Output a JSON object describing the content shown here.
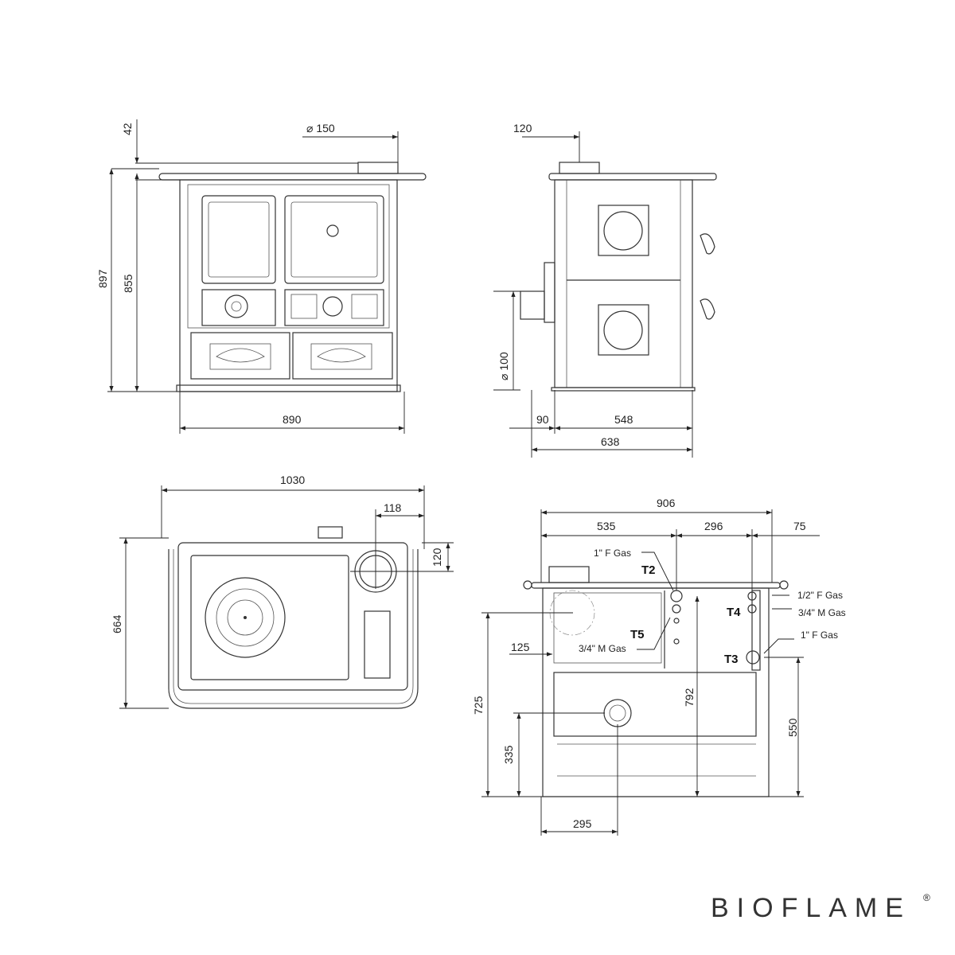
{
  "front_view": {
    "dims": {
      "top_height": "42",
      "flue_diameter": "⌀ 150",
      "total_height": "897",
      "body_height": "855",
      "width": "890"
    }
  },
  "side_view": {
    "dims": {
      "flue_offset": "120",
      "side_flue_diameter": "⌀ 100",
      "flue_depth": "90",
      "body_depth": "548",
      "total_depth": "638"
    }
  },
  "top_view": {
    "dims": {
      "total_width": "1030",
      "flue_x": "118",
      "flue_y": "120",
      "depth": "664"
    }
  },
  "back_view": {
    "dims": {
      "width": "906",
      "left": "535",
      "mid": "296",
      "right": "75",
      "flue_side": "125",
      "flue_height": "725",
      "lower_height": "335",
      "t2_height": "792",
      "t3_height": "550",
      "lower_offset": "295"
    },
    "connections": [
      {
        "tag": "T2",
        "label": "1\" F Gas"
      },
      {
        "tag": "T5",
        "label": "3/4\" M Gas"
      },
      {
        "tag": "T4",
        "label": "1/2\" F Gas",
        "label2": "3/4\" M Gas"
      },
      {
        "tag": "T3",
        "label": "1\" F Gas"
      }
    ]
  },
  "brand": {
    "name": "BIOFLAME",
    "mark": "®"
  }
}
